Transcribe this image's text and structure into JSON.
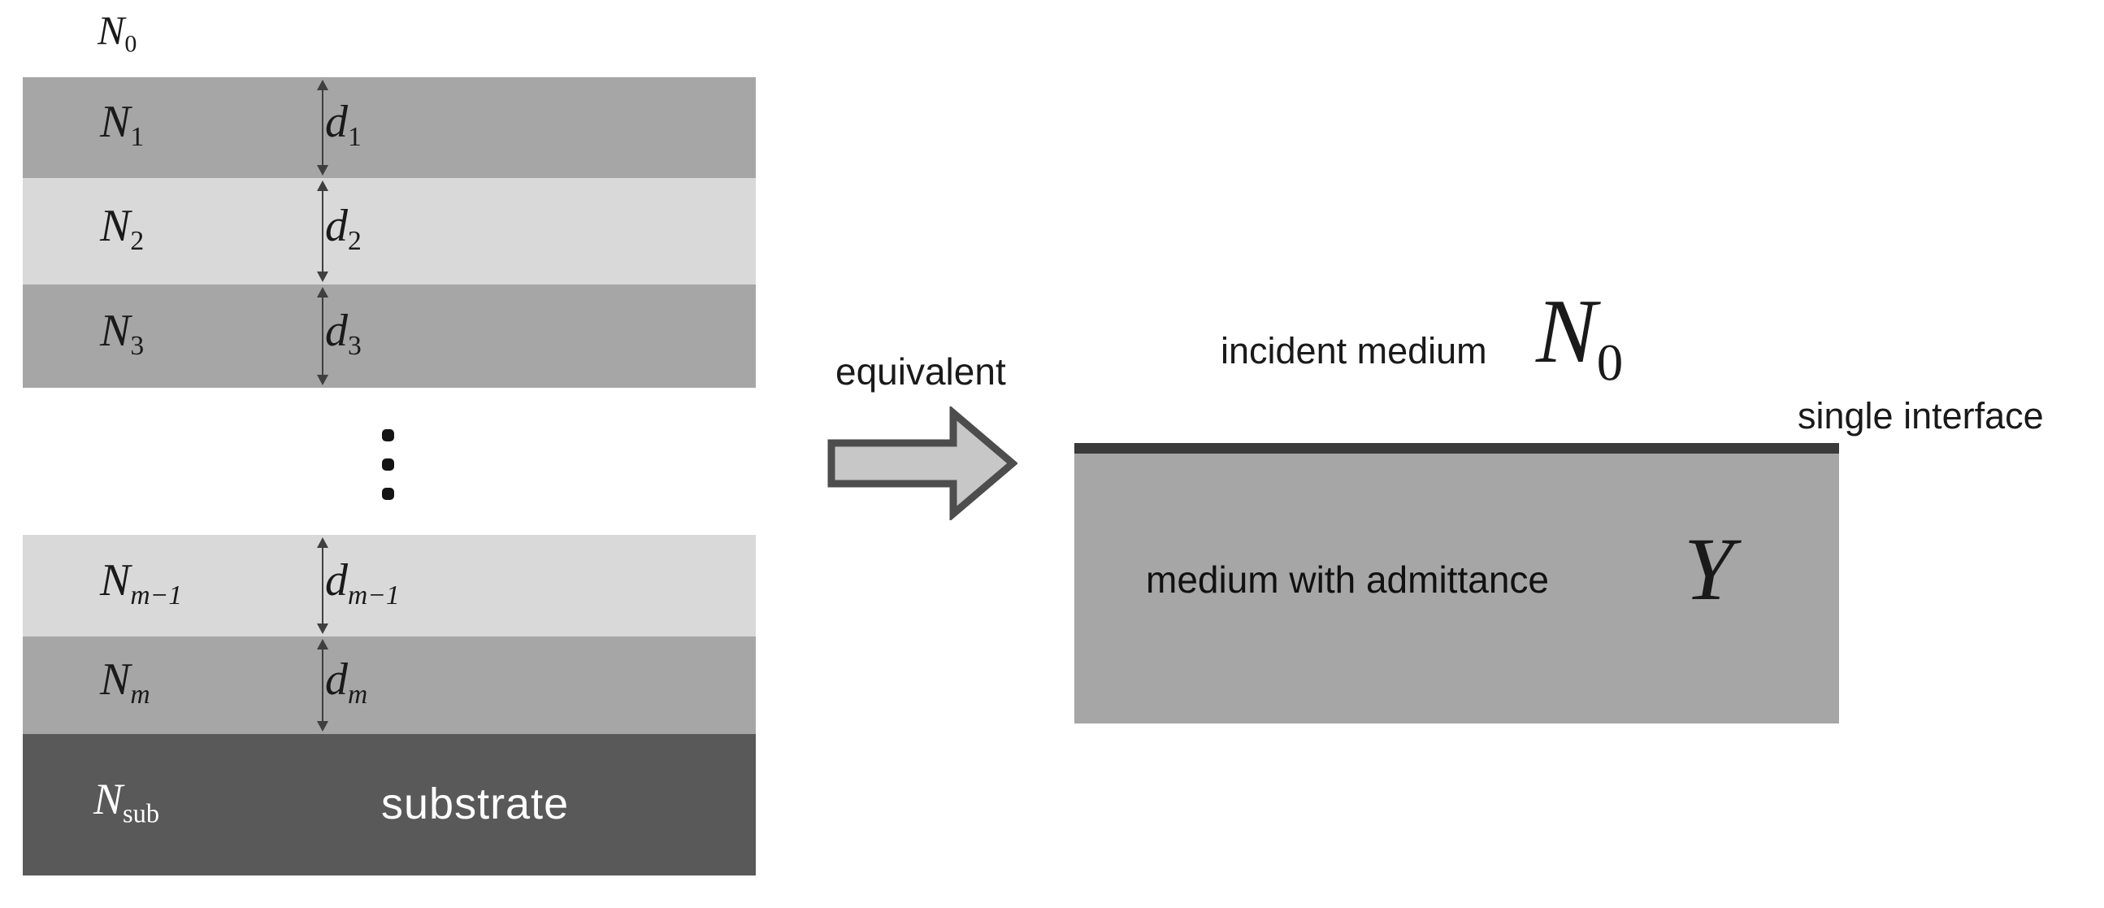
{
  "left_stack": {
    "incident_symbol": {
      "base": "N",
      "sub": "0"
    },
    "layers": [
      {
        "name": {
          "base": "N",
          "sub": "1"
        },
        "thickness": {
          "base": "d",
          "sub": "1"
        },
        "color": "#a6a6a6"
      },
      {
        "name": {
          "base": "N",
          "sub": "2"
        },
        "thickness": {
          "base": "d",
          "sub": "2"
        },
        "color": "#d9d9d9"
      },
      {
        "name": {
          "base": "N",
          "sub": "3"
        },
        "thickness": {
          "base": "d",
          "sub": "3"
        },
        "color": "#a6a6a6"
      },
      {
        "name": {
          "base": "N",
          "sub": "m−1"
        },
        "thickness": {
          "base": "d",
          "sub": "m−1"
        },
        "color": "#d9d9d9"
      },
      {
        "name": {
          "base": "N",
          "sub": "m"
        },
        "thickness": {
          "base": "d",
          "sub": "m"
        },
        "color": "#a6a6a6"
      }
    ],
    "ellipsis_icon": "vertical-ellipsis",
    "substrate": {
      "name": {
        "base": "N",
        "sub": "sub"
      },
      "label": "substrate",
      "color": "#595959",
      "text_color": "#ffffff"
    }
  },
  "equivalence": {
    "label": "equivalent",
    "arrow_fill": "#c7c7c7",
    "arrow_stroke": "#4d4d4d"
  },
  "right_panel": {
    "incident_label": "incident medium",
    "incident_symbol": {
      "base": "N",
      "sub": "0"
    },
    "interface_label": "single interface",
    "medium_label": "medium with admittance",
    "admittance_symbol": "Y",
    "box_color": "#a6a6a6",
    "interface_line_color": "#3a3a3a"
  }
}
